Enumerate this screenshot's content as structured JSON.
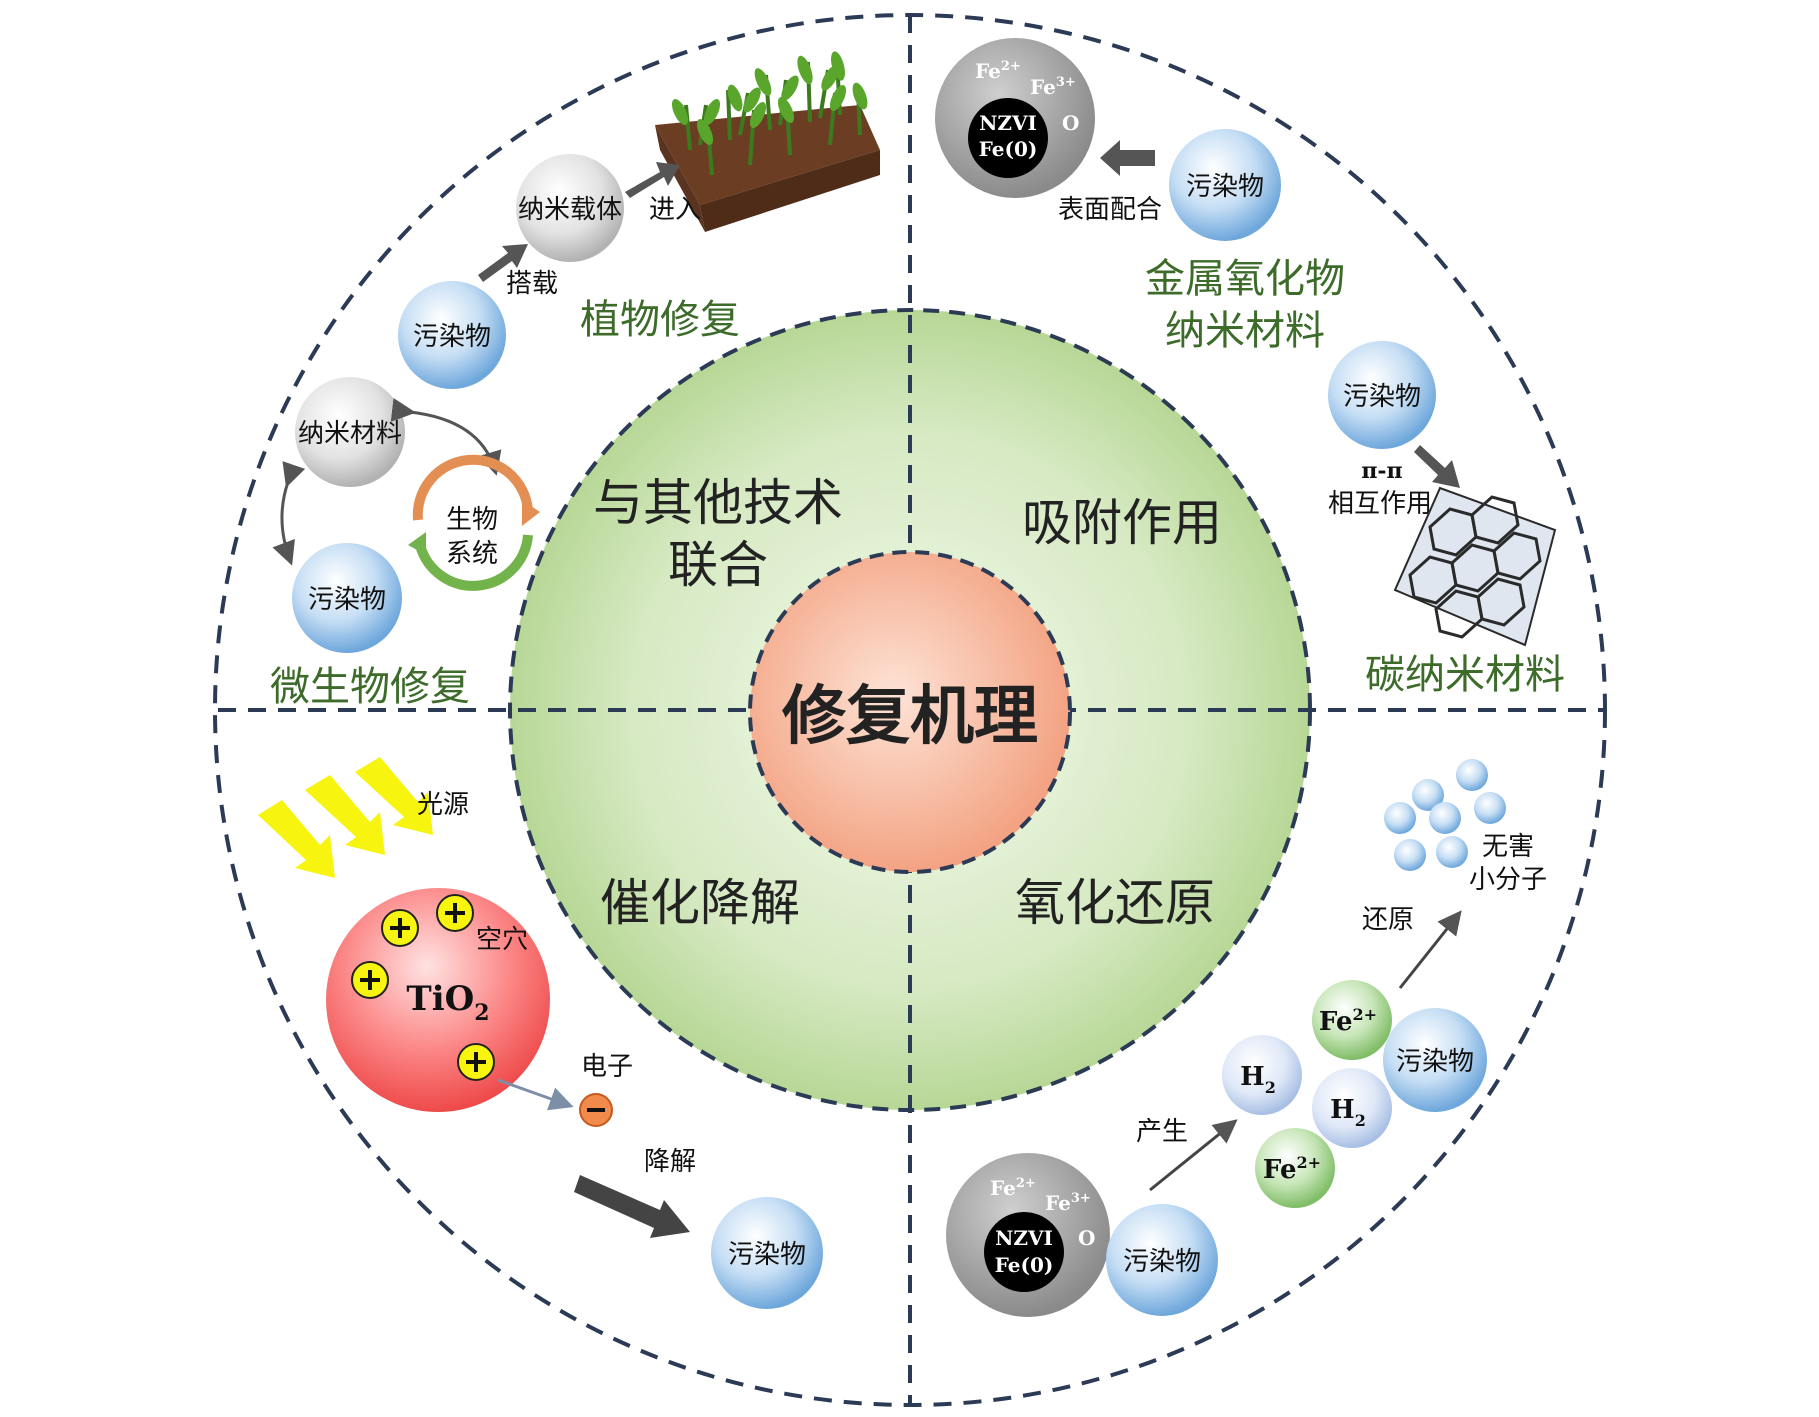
{
  "center": "修复机理",
  "quadrants": {
    "top_left": "与其他技术",
    "top_left_2": "联合",
    "top_right": "吸附作用",
    "bottom_left": "催化降解",
    "bottom_right": "氧化还原"
  },
  "outer": {
    "plant_repair": "植物修复",
    "nano_carrier": "纳米载体",
    "enter": "进入",
    "load": "搭载",
    "pollutant": "污染物",
    "microbe_repair": "微生物修复",
    "nano_material": "纳米材料",
    "bio_system_1": "生物",
    "bio_system_2": "系统",
    "metal_oxide_1": "金属氧化物",
    "metal_oxide_2": "纳米材料",
    "surface_complex": "表面配合",
    "carbon_nano": "碳纳米材料",
    "pi_pi": "π-π",
    "interaction": "相互作用",
    "light_source": "光源",
    "hole": "空穴",
    "tio2": "TiO",
    "tio2_sub": "2",
    "electron": "电子",
    "degrade": "降解",
    "produce": "产生",
    "reduce": "还原",
    "harmless_1": "无害",
    "harmless_2": "小分子",
    "nzvi": "NZVI",
    "fe0": "Fe(0)",
    "fe2": "Fe",
    "fe2_sup": "2+",
    "fe3": "Fe",
    "fe3_sup": "3+",
    "o": "O",
    "h2": "H",
    "h2_sub": "2"
  },
  "colors": {
    "plant_text": "#3d6b2a",
    "inner_green": "#c9e2b0",
    "center_peach": "#f4a989",
    "pollutant_blue": "#8fbfe8",
    "tio2_red": "#f35a5a",
    "fe_green": "#8cc777"
  }
}
